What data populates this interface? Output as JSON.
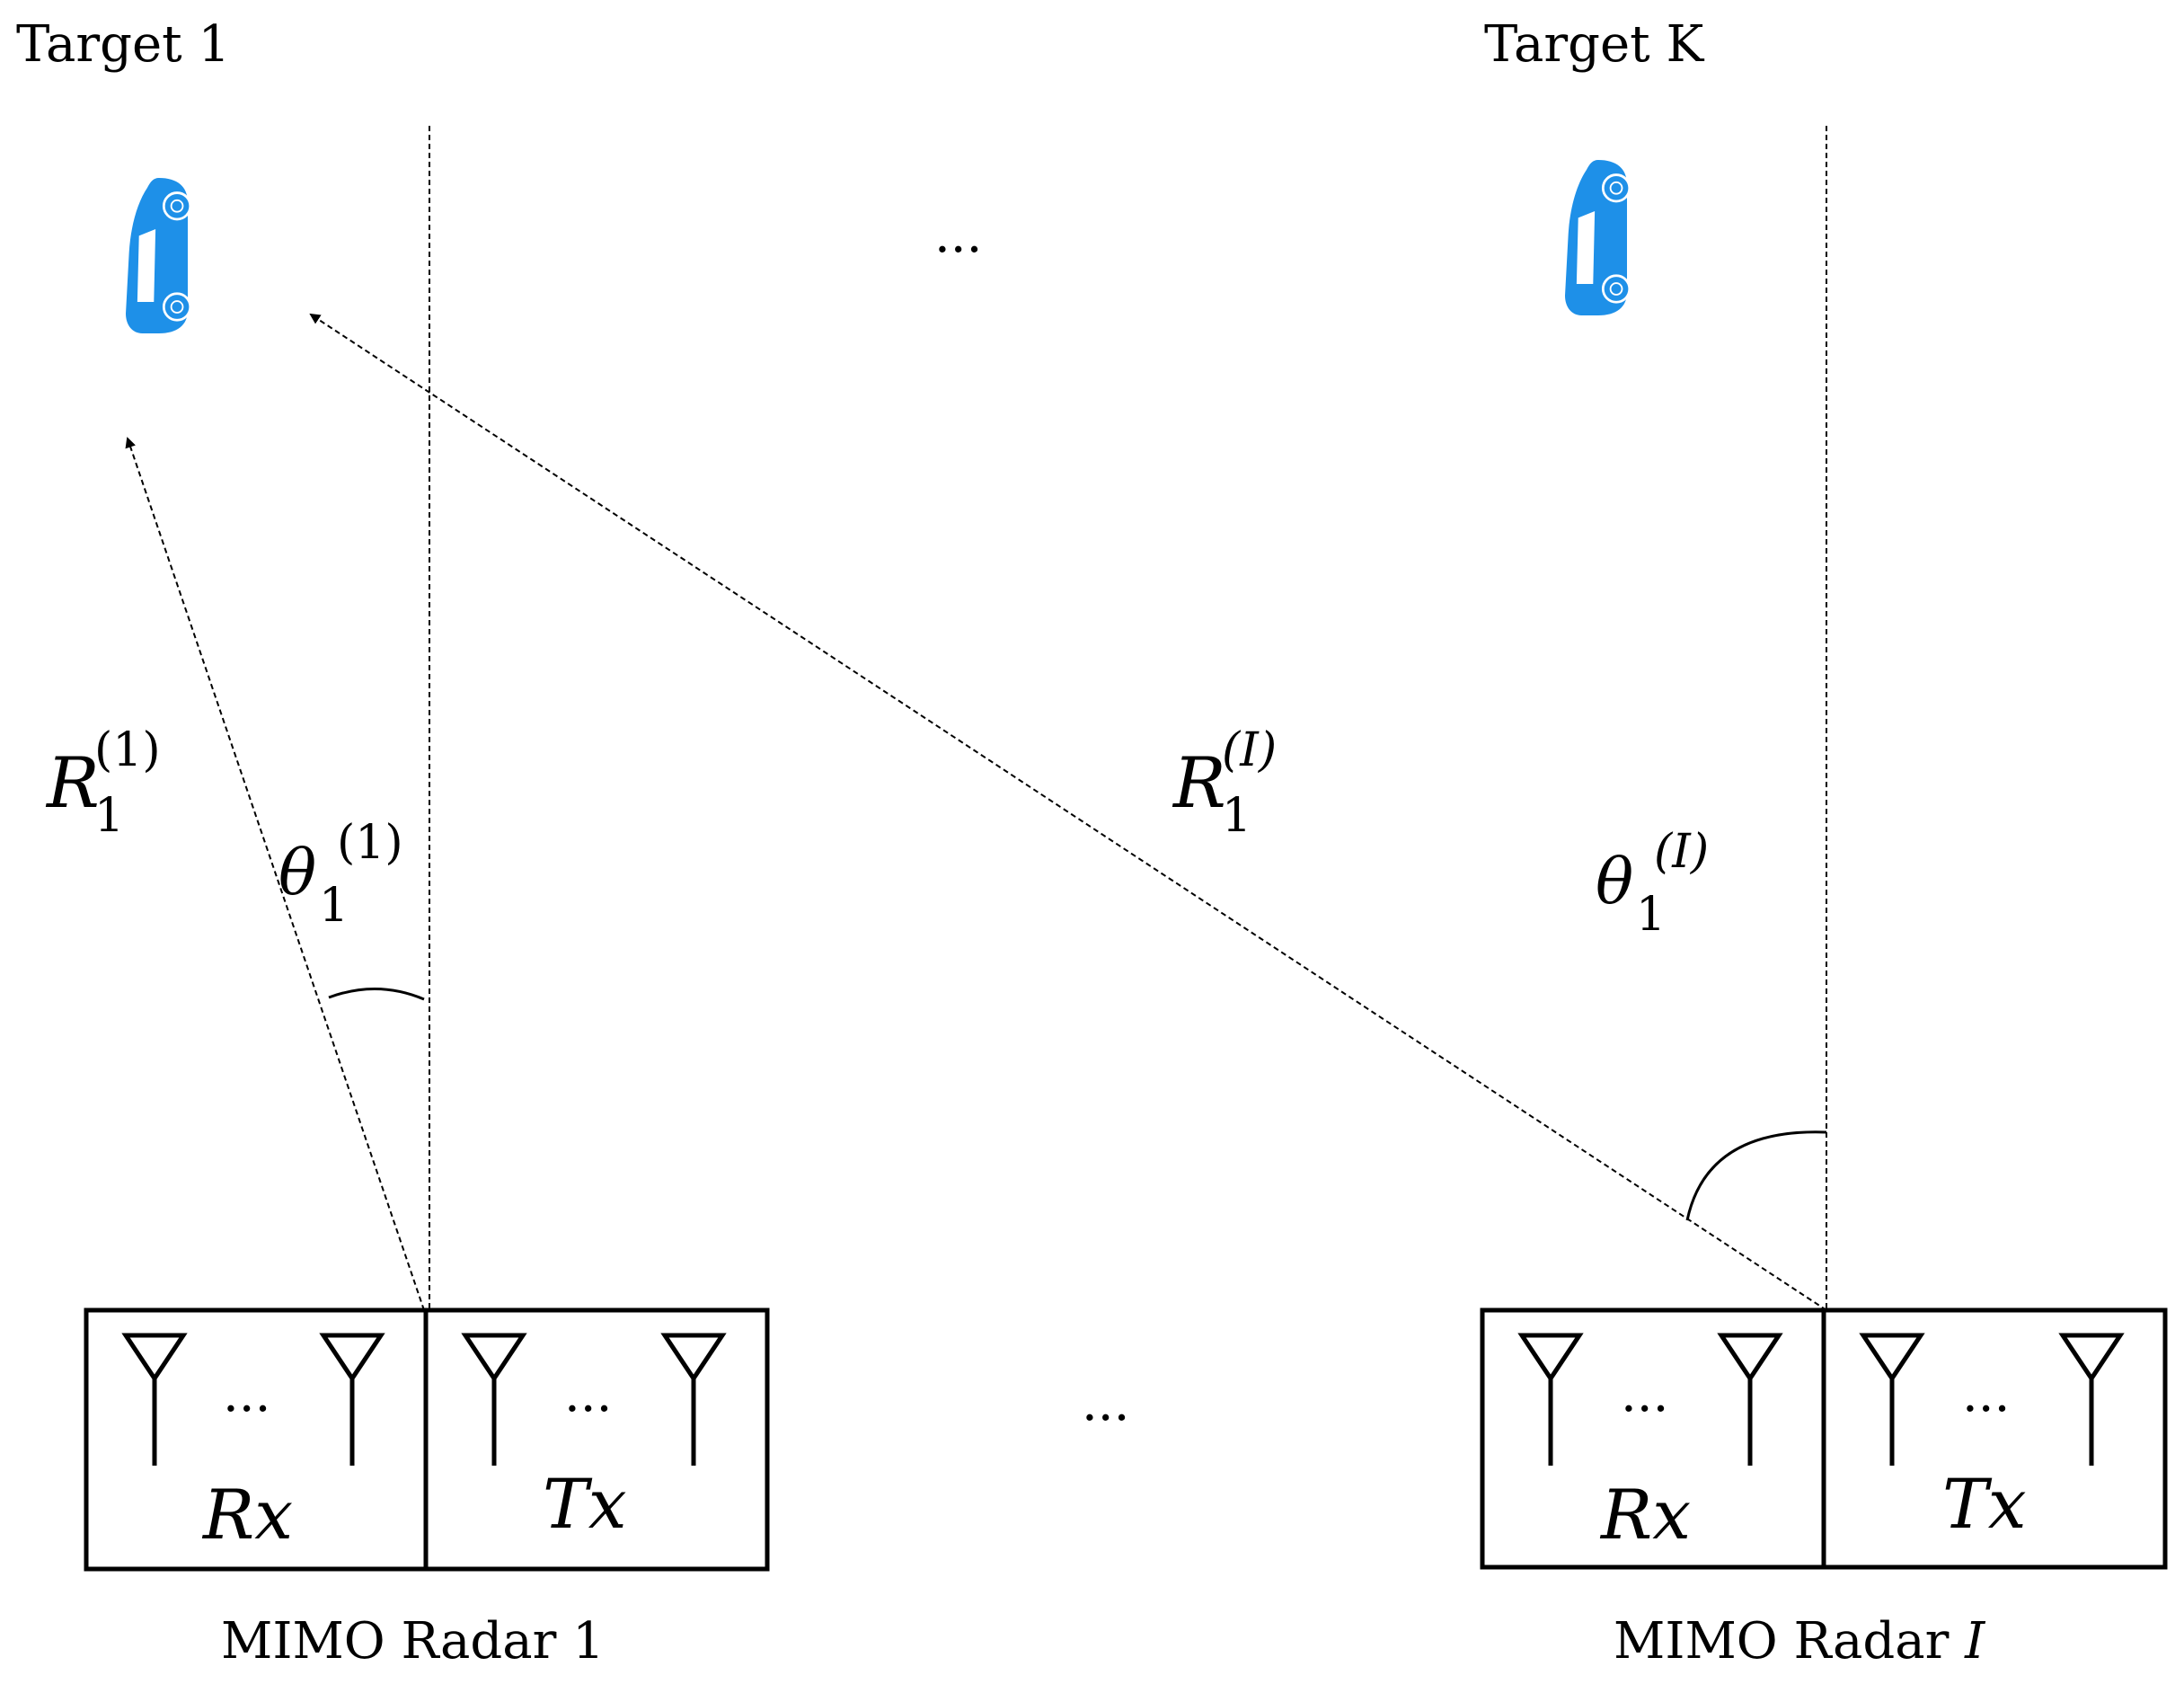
{
  "targets": {
    "first": {
      "label": "Target 1"
    },
    "last": {
      "label": "Target K"
    }
  },
  "ellipsis": "...",
  "radars": {
    "first": {
      "rx_label": "Rx",
      "tx_label": "Tx",
      "name_prefix": "MIMO Radar",
      "name_index": "1",
      "range_symbol": "R",
      "range_sub": "1",
      "range_sup": "(1)",
      "angle_symbol": "θ",
      "angle_sub": "1",
      "angle_sup": "(1)"
    },
    "last": {
      "rx_label": "Rx",
      "tx_label": "Tx",
      "name_prefix": "MIMO Radar",
      "name_index": "I",
      "range_symbol": "R",
      "range_sub": "1",
      "range_sup": "(I)",
      "angle_symbol": "θ",
      "angle_sub": "1",
      "angle_sup": "(I)"
    }
  },
  "colors": {
    "car": "#1e90e8",
    "line": "#000000"
  },
  "icons": {
    "target": "car-icon",
    "antenna": "antenna-icon"
  }
}
